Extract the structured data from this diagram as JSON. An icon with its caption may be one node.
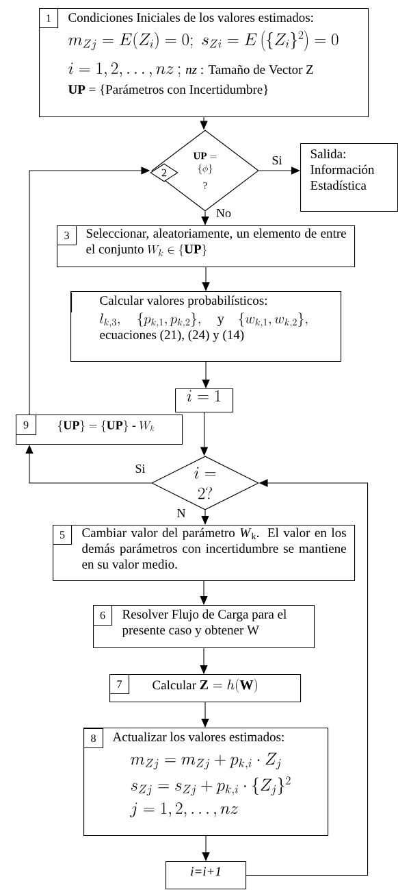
{
  "diagram": {
    "nodes": [
      {
        "text": [
          "Condiciones Iniciales de los valores estimados:",
          "m_{Zj} = E(Z_i) = 0;\\; s_{Zi} = E\\left(\\{Z_i\\}^2\\right) = 0",
          "i = 1,2,\\ldots,nz\\,;",
          "*nz* : Tamaño de Vector Z",
          "**UP** = {Parámetros con Incertidumbre}"
        ]
      },
      {
        "text": [
          "1"
        ],
        "in": 0
      },
      {
        "text": [
          "\\mathbf{UP} = \\{\\phi\\}",
          "?"
        ]
      },
      {
        "text": [
          "2"
        ],
        "in": 2
      },
      {
        "text": [
          "Salida: Información Estadística"
        ]
      },
      {
        "text": [
          "Seleccionar, aleatoriamente, un elemento de entre el conjunto",
          "W_k \\in \\{\\mathbf{UP}\\}"
        ]
      },
      {
        "text": [
          "3"
        ],
        "in": 5
      },
      {
        "text": [
          "Calcular valores probabilísticos:",
          "l_{k,3},\\quad \\{p_{k,1},p_{k,2}\\},\\quad \\mathrm{y}\\quad \\{w_{k,1},w_{k,2}\\},",
          "ecuaciones (21), (24) y (14)"
        ]
      },
      {
        "text": [],
        "shape": "box",
        "in": 7
      },
      {
        "text": [
          "i = 1"
        ]
      },
      {
        "text": [
          "\\{\\mathbf{UP}\\}=\\{\\mathbf{UP}\\}\\mbox{ - }W_k"
        ]
      },
      {
        "text": [
          "9"
        ],
        "in": 10
      },
      {
        "text": [
          "i = 2?"
        ]
      },
      {
        "text": [
          "Cambiar valor del parámetro *W*$_{k}$. El valor en los demás parámetros con incertidumbre se mantiene en su valor medio."
        ]
      },
      {
        "text": [
          "5"
        ],
        "in": 13
      },
      {
        "text": [
          "Resolver Flujo de Carga para el presente caso y obtener W"
        ]
      },
      {
        "text": [
          "6"
        ],
        "in": 15
      },
      {
        "text": [
          "Calcular",
          "\\mathbf{Z} = h(\\mathbf{W})"
        ]
      },
      {
        "text": [
          "7"
        ],
        "in": 17
      },
      {
        "text": [
          "Actualizar los valores estimados:",
          "m_{Zj} = m_{Zj} + p_{k,i}\\cdot Z_j",
          "s_{Zj} = s_{Zj} + p_{k,i}\\cdot \\{Z_j\\}^2",
          "j = 1,2,\\ldots,nz"
        ]
      },
      {
        "text": [
          "8"
        ],
        "in": 19
      },
      {
        "text": [
          "i=i+1"
        ]
      }
    ],
    "edges": [
      {
        "from": 0,
        "to": 2,
        "arrow": "to"
      },
      {
        "from": 2,
        "to": 4,
        "arrow": "to",
        "label": "Si"
      },
      {
        "from": 2,
        "to": 5,
        "arrow": "to",
        "label": "No"
      },
      {
        "from": 5,
        "to": 7,
        "arrow": "to"
      },
      {
        "from": 7,
        "to": 9,
        "arrow": "to"
      },
      {
        "from": 9,
        "to": 12,
        "arrow": "to"
      },
      {
        "from": 12,
        "to": 10,
        "arrow": "to",
        "label": "Si"
      },
      {
        "from": 10,
        "to": 2,
        "arrow": "to"
      },
      {
        "from": 12,
        "to": 13,
        "arrow": "to",
        "label": "N"
      },
      {
        "from": 13,
        "to": 15,
        "arrow": "to"
      },
      {
        "from": 15,
        "to": 17,
        "arrow": "to"
      },
      {
        "from": 17,
        "to": 19,
        "arrow": "to"
      },
      {
        "from": 19,
        "to": 21,
        "arrow": "to"
      },
      {
        "from": 21,
        "to": 12,
        "arrow": "to"
      }
    ]
  }
}
